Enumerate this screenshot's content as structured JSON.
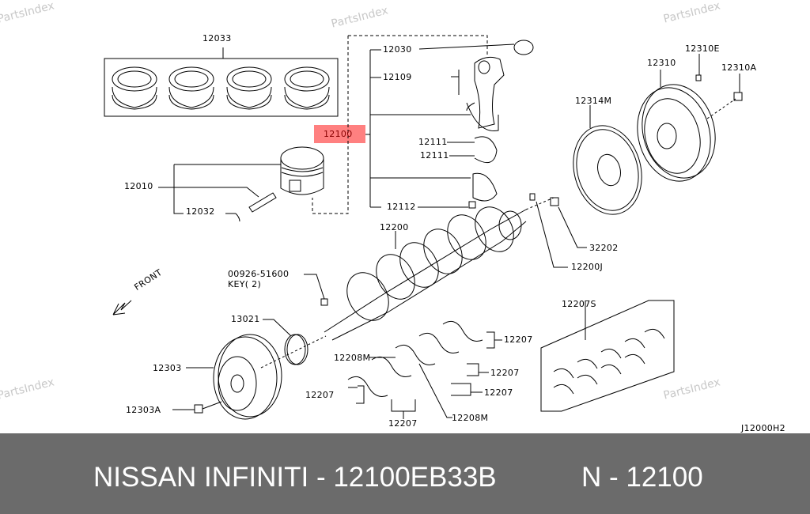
{
  "watermark": "PartsIndex",
  "diagram_code": "J12000H2",
  "front_label": "FRONT",
  "labels": {
    "rings": "12033",
    "bushing": "12030",
    "rod_bolt": "12109",
    "rod_assy": "12100",
    "bearing_upper": "12111",
    "bearing_lower": "12111",
    "rod_nut": "12112",
    "piston": "12010",
    "snap_ring": "12032",
    "crankshaft": "12200",
    "key_part": "00926-51600",
    "key_desc": "KEY( 2)",
    "sprocket": "13021",
    "pulley": "12303",
    "pulley_bolt": "12303A",
    "thrust_upper": "12208M",
    "thrust_lower": "12208M",
    "main_bearing_1": "12207",
    "main_bearing_2": "12207",
    "main_bearing_3": "12207",
    "main_bearing_4": "12207",
    "main_bearing_5": "12207",
    "main_bearing_set": "12207S",
    "plate": "12314M",
    "flywheel": "12310",
    "dowel": "12310E",
    "flywheel_bolt": "12310A",
    "pilot_bushing": "32202",
    "crank_pin": "12200J"
  },
  "footer": {
    "brand": "NISSAN  INFINITI - 12100EB33B",
    "ref": "N - 12100"
  },
  "colors": {
    "highlight": "#ff8080",
    "footer_bg": "#6b6b6b"
  }
}
